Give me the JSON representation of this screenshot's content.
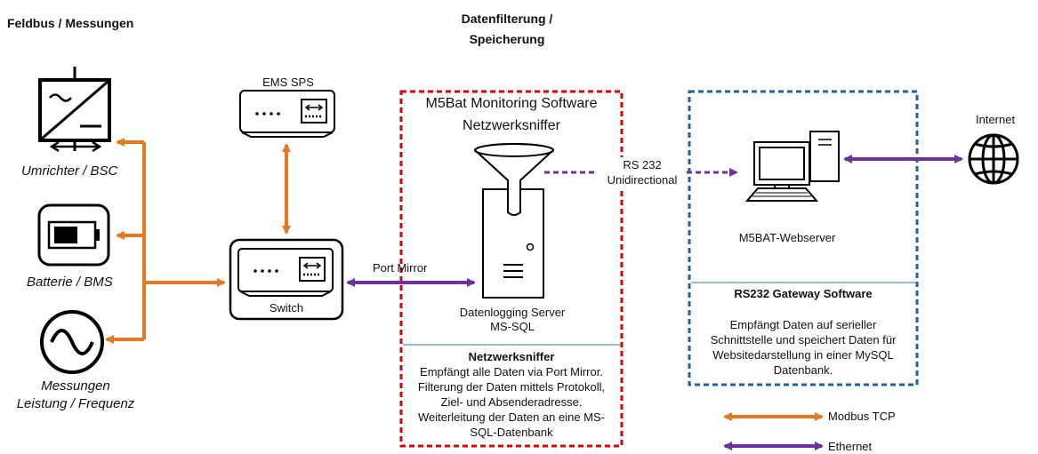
{
  "headings": {
    "feldbus": "Feldbus / Messungen",
    "filter_line1": "Datenfilterung /",
    "filter_line2": "Speicherung"
  },
  "devices": {
    "umrichter": "Umrichter / BSC",
    "batterie": "Batterie / BMS",
    "messungen_line1": "Messungen",
    "messungen_line2": "Leistung / Frequenz",
    "ems": "EMS SPS",
    "switch": "Switch",
    "server_line1": "Datenlogging Server",
    "server_line2": "MS-SQL",
    "webserver": "M5BAT-Webserver",
    "internet": "Internet"
  },
  "monitoring": {
    "title_line1": "M5Bat Monitoring Software",
    "title_line2": "Netzwerksniffer",
    "info_title": "Netzwerksniffer",
    "info_lines": [
      "Empfängt alle Daten via Port Mirror.",
      "Filterung der Daten mittels Protokoll,",
      "Ziel- und Absenderadresse.",
      "Weiterleitung der Daten an eine MS-",
      "SQL-Datenbank"
    ]
  },
  "gateway": {
    "title": "RS232 Gateway Software",
    "info_lines": [
      "Empfängt Daten auf serieller",
      "Schnittstelle und speichert Daten für",
      "Websitedarstellung in einer MySQL",
      "Datenbank."
    ]
  },
  "links": {
    "port_mirror": "Port Mirror",
    "rs232_line1": "RS 232",
    "rs232_line2": "Unidirectional"
  },
  "legend": {
    "modbus": "Modbus TCP",
    "ethernet": "Ethernet"
  },
  "colors": {
    "modbus": "#E87722",
    "ethernet": "#7030A0",
    "monitoring_border": "#E00000",
    "gateway_border": "#1F5FA8",
    "info_divider": "#2E75B6"
  }
}
